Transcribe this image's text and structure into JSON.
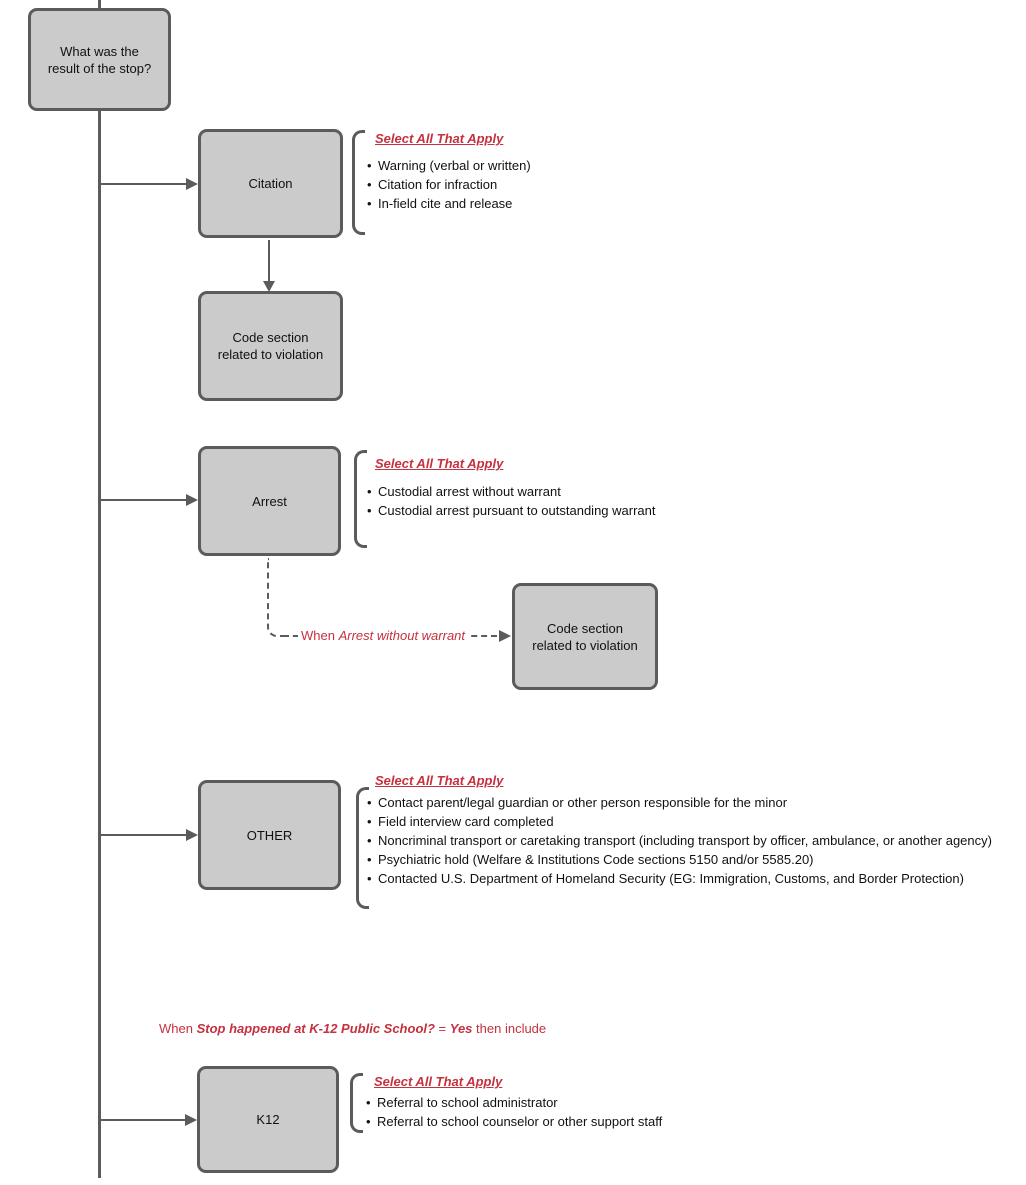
{
  "colors": {
    "node_fill": "#cbcbcb",
    "node_border": "#5b5b5b",
    "connector": "#5b5b5b",
    "accent_red": "#c5313e",
    "text": "#111111"
  },
  "nodes": {
    "root": "What was the result of the stop?",
    "citation": "Citation",
    "code_section_citation": "Code section related to violation",
    "arrest": "Arrest",
    "code_section_arrest": "Code section related to violation",
    "other": "OTHER",
    "k12": "K12"
  },
  "lists": {
    "citation": {
      "title": "Select All That Apply",
      "items": [
        "Warning (verbal or written)",
        "Citation for infraction",
        "In-field cite and release"
      ]
    },
    "arrest": {
      "title": "Select All That Apply",
      "items": [
        "Custodial arrest without warrant",
        "Custodial arrest pursuant to outstanding warrant"
      ]
    },
    "other": {
      "title": "Select All That Apply",
      "items": [
        "Contact parent/legal guardian or other person responsible for the minor",
        "Field interview card completed",
        "Noncriminal transport or caretaking transport (including transport by officer, ambulance, or another agency)",
        "Psychiatric hold (Welfare & Institutions Code sections 5150 and/or 5585.20)",
        "Contacted U.S. Department of Homeland Security (EG: Immigration, Customs, and Border Protection)"
      ]
    },
    "k12": {
      "title": "Select All That Apply",
      "items": [
        "Referral to school administrator",
        "Referral to school counselor or other support staff"
      ]
    }
  },
  "notes": {
    "arrest_condition": {
      "prefix": "When ",
      "emphasis": "Arrest without warrant"
    },
    "k12_condition": {
      "prefix": "When ",
      "emphasis1": "Stop happened at K-12 Public School?",
      "middle": " = ",
      "emphasis2": "Yes",
      "suffix": " then include"
    }
  }
}
